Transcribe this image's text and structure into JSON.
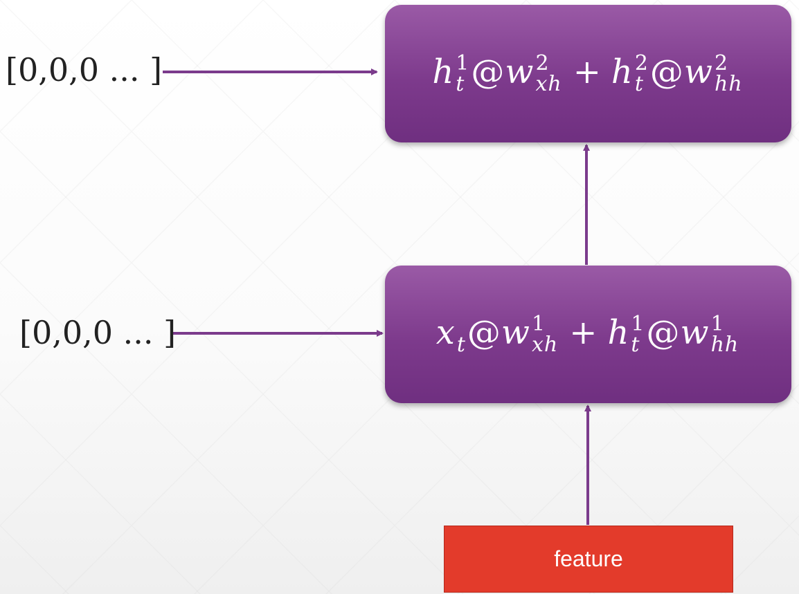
{
  "inputs": {
    "top": "[0,0,0 ... ]",
    "bottom": "[0,0,0 ... ]"
  },
  "formula_top": {
    "term1": {
      "base": "h",
      "sup": "1",
      "sub": "t"
    },
    "at1": "@",
    "term2": {
      "base": "w",
      "sup": "2",
      "sub": "xh"
    },
    "plus": "+",
    "term3": {
      "base": "h",
      "sup": "2",
      "sub": "t"
    },
    "at2": "@",
    "term4": {
      "base": "w",
      "sup": "2",
      "sub": "hh"
    }
  },
  "formula_bottom": {
    "term1": {
      "base": "x",
      "sup": "",
      "sub": "t"
    },
    "at1": "@",
    "term2": {
      "base": "w",
      "sup": "1",
      "sub": "xh"
    },
    "plus": "+",
    "term3": {
      "base": "h",
      "sup": "1",
      "sub": "t"
    },
    "at2": "@",
    "term4": {
      "base": "w",
      "sup": "1",
      "sub": "hh"
    }
  },
  "feature_label": "feature",
  "colors": {
    "box": "#7d3a8c",
    "arrow": "#7b3b8c",
    "feature_box": "#e33b2b"
  }
}
